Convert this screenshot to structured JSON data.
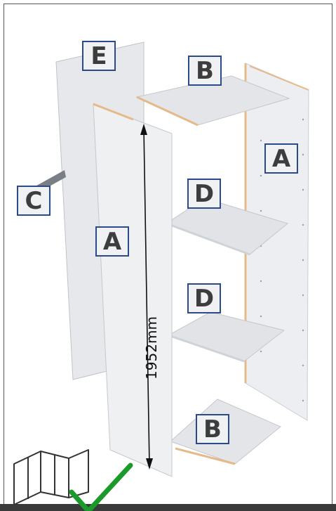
{
  "labels": {
    "E": "E",
    "B_top": "B",
    "A_right": "A",
    "C": "C",
    "D_upper": "D",
    "A_front": "A",
    "D_lower": "D",
    "B_bottom": "B"
  },
  "dimension": "1952mm",
  "colors": {
    "label_border": "#2a4a8c",
    "panel_face": "#e9ebee",
    "panel_edge": "#e6b98a",
    "frame": "#555555",
    "check": "#1a9a2a",
    "footer_bar": "#3a3a3a"
  },
  "icons": [
    "wardrobe-outline-icon",
    "check-mark-icon"
  ]
}
